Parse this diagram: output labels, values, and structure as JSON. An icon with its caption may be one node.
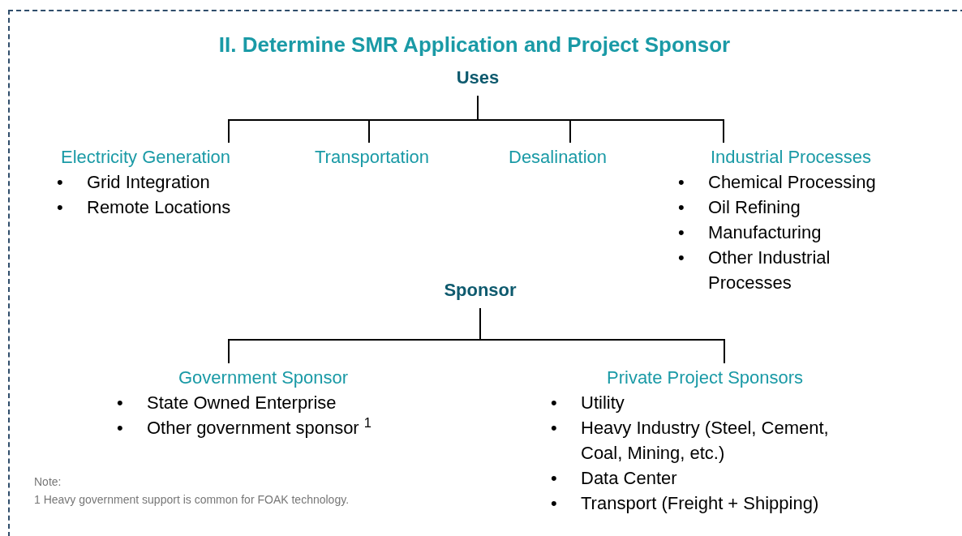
{
  "diagram": {
    "title": "II. Determine SMR Application and Project Sponsor",
    "nodes": [
      {
        "text": [
          "Uses"
        ]
      },
      {
        "text": [
          "Electricity Generation",
          "•",
          "Grid Integration",
          "•",
          "Remote Locations"
        ]
      },
      {
        "text": [
          "Transportation"
        ]
      },
      {
        "text": [
          "Desalination"
        ]
      },
      {
        "text": [
          "Industrial Processes",
          "•",
          "Chemical Processing",
          "•",
          "Oil Refining",
          "•",
          "Manufacturing",
          "•",
          "Other Industrial Processes"
        ]
      },
      {
        "text": [
          "Sponsor"
        ]
      },
      {
        "text": [
          "Government Sponsor",
          "•",
          "State Owned Enterprise",
          "•",
          "Other government sponsor $^{1}$"
        ]
      },
      {
        "text": [
          "Private Project Sponsors",
          "•",
          "Utility",
          "•",
          "Heavy Industry (Steel, Cement, Coal, Mining, etc.)",
          "•",
          "Data Center",
          "•",
          "Transport (Freight + Shipping)"
        ]
      }
    ],
    "edges": [
      {
        "from": 0,
        "to": 1,
        "arrow": "none"
      },
      {
        "from": 0,
        "to": 2,
        "arrow": "none"
      },
      {
        "from": 0,
        "to": 3,
        "arrow": "none"
      },
      {
        "from": 0,
        "to": 4,
        "arrow": "none"
      },
      {
        "from": 5,
        "to": 6,
        "arrow": "none"
      },
      {
        "from": 5,
        "to": 7,
        "arrow": "none"
      }
    ],
    "labels": [
      "Note:",
      "1 Heavy government support is common for FOAK technology."
    ]
  }
}
